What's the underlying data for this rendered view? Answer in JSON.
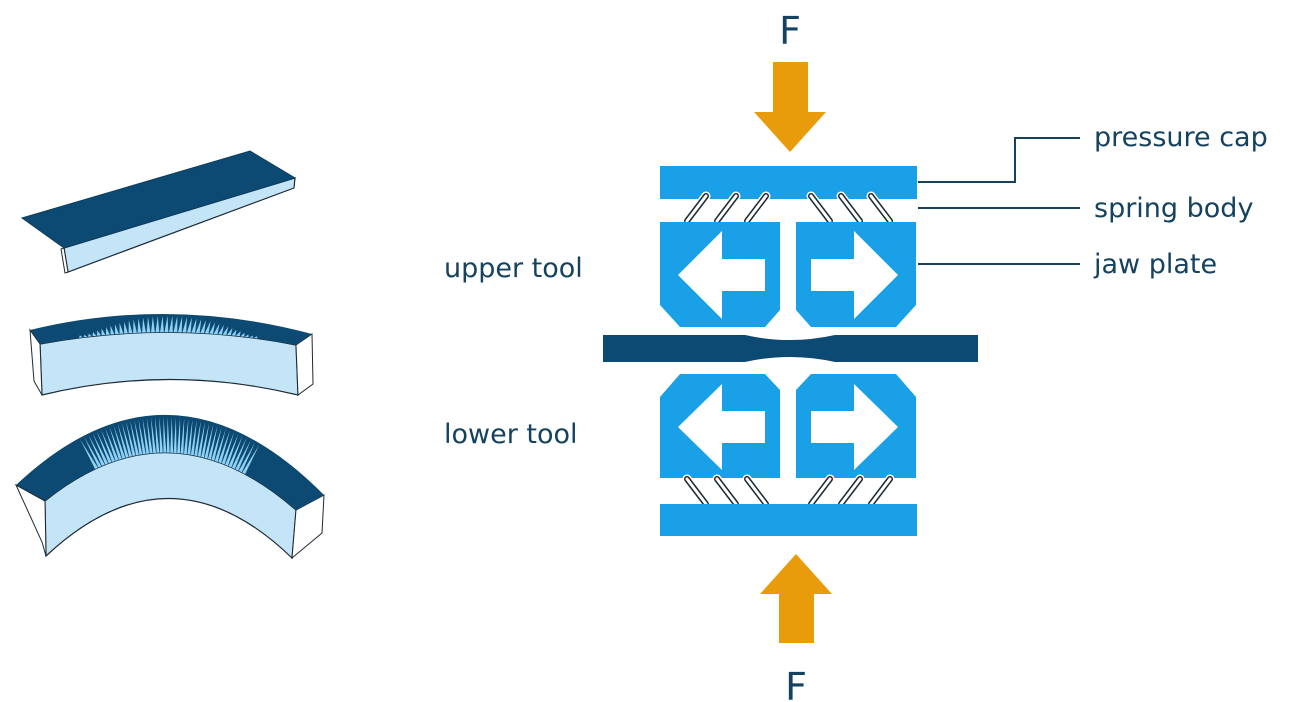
{
  "force": {
    "top_label": "F",
    "bottom_label": "F"
  },
  "callouts": {
    "pressure_cap": "pressure cap",
    "spring_body": "spring body",
    "jaw_plate": "jaw plate"
  },
  "tools": {
    "upper": "upper tool",
    "lower": "lower tool"
  },
  "colors": {
    "navy": "#0d4a73",
    "blue": "#1aa0e6",
    "light_blue": "#c4e4f8",
    "orange": "#e89c0c",
    "text": "#15425f"
  }
}
